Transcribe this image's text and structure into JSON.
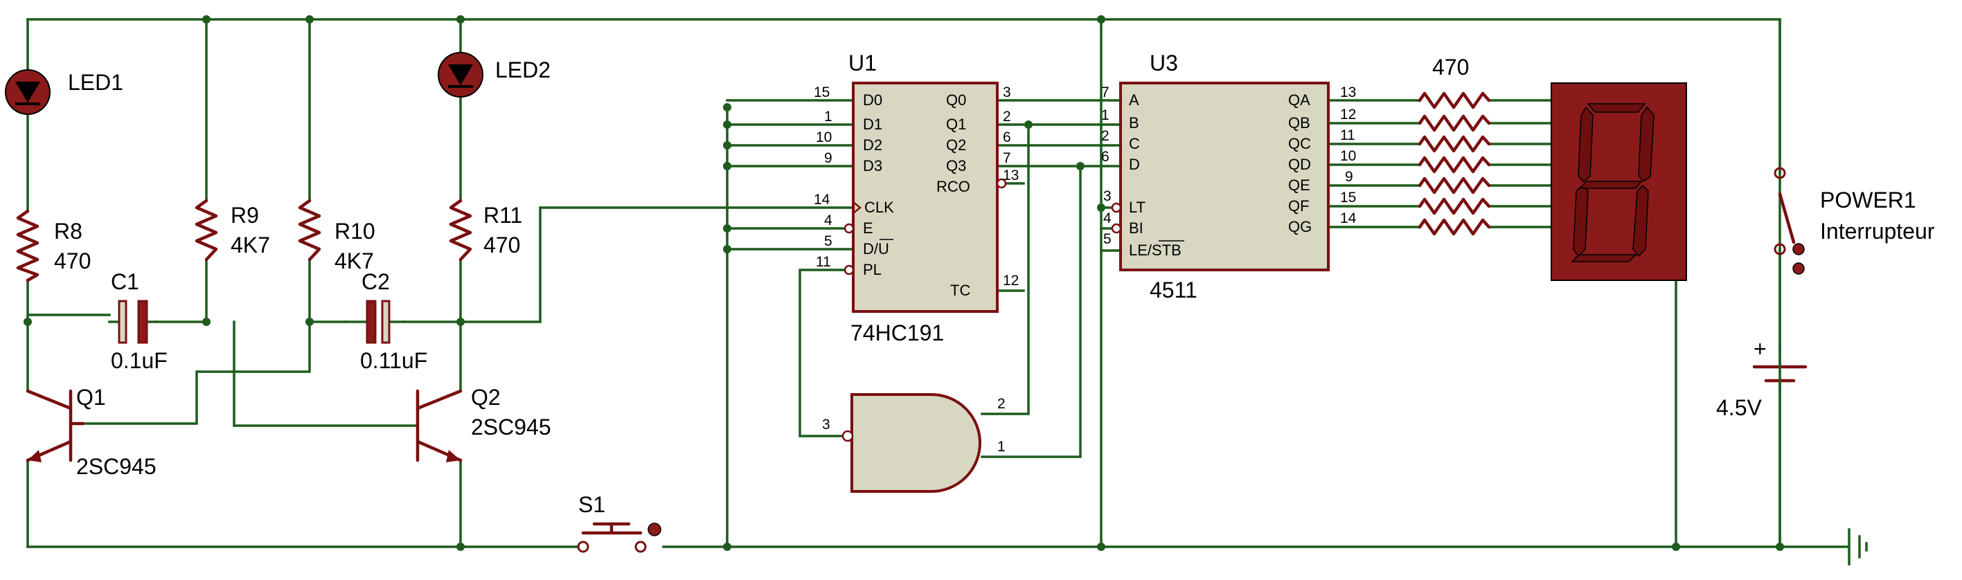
{
  "components": {
    "led1": "LED1",
    "led2": "LED2",
    "r8": {
      "ref": "R8",
      "value": "470"
    },
    "r9": {
      "ref": "R9",
      "value": "4K7"
    },
    "r10": {
      "ref": "R10",
      "value": "4K7"
    },
    "r11": {
      "ref": "R11",
      "value": "470"
    },
    "c1": {
      "ref": "C1",
      "value": "0.1uF"
    },
    "c2": {
      "ref": "C2",
      "value": "0.11uF"
    },
    "q1": {
      "ref": "Q1",
      "value": "2SC945"
    },
    "q2": {
      "ref": "Q2",
      "value": "2SC945"
    },
    "s1": "S1",
    "u1": {
      "ref": "U1",
      "part": "74HC191"
    },
    "u3": {
      "ref": "U3",
      "part": "4511"
    },
    "resistor_array_value": "470",
    "power1": {
      "ref": "POWER1",
      "name": "Interrupteur"
    },
    "battery": {
      "voltage": "4.5V",
      "plus": "+"
    }
  },
  "u1_pins": {
    "left": [
      {
        "num": "15",
        "name": "D0"
      },
      {
        "num": "1",
        "name": "D1"
      },
      {
        "num": "10",
        "name": "D2"
      },
      {
        "num": "9",
        "name": "D3"
      },
      {
        "num": "14",
        "name": "CLK"
      },
      {
        "num": "4",
        "name": "E"
      },
      {
        "num": "5",
        "name": "D/U"
      },
      {
        "num": "11",
        "name": "PL"
      }
    ],
    "right": [
      {
        "num": "3",
        "name": "Q0"
      },
      {
        "num": "2",
        "name": "Q1"
      },
      {
        "num": "6",
        "name": "Q2"
      },
      {
        "num": "7",
        "name": "Q3"
      },
      {
        "num": "13",
        "name": "RCO"
      },
      {
        "num": "12",
        "name": "TC"
      }
    ]
  },
  "u3_pins": {
    "left": [
      {
        "num": "7",
        "name": "A"
      },
      {
        "num": "1",
        "name": "B"
      },
      {
        "num": "2",
        "name": "C"
      },
      {
        "num": "6",
        "name": "D"
      },
      {
        "num": "3",
        "name": "LT"
      },
      {
        "num": "4",
        "name": "BI"
      },
      {
        "num": "5",
        "name": "LE/STB"
      }
    ],
    "right": [
      {
        "num": "13",
        "name": "QA"
      },
      {
        "num": "12",
        "name": "QB"
      },
      {
        "num": "11",
        "name": "QC"
      },
      {
        "num": "10",
        "name": "QD"
      },
      {
        "num": "9",
        "name": "QE"
      },
      {
        "num": "15",
        "name": "QF"
      },
      {
        "num": "14",
        "name": "QG"
      }
    ]
  },
  "nand_pins": {
    "out": "3",
    "in_a": "2",
    "in_b": "1"
  },
  "colors": {
    "wire": "#1d5c1d",
    "component": "#7a0f0f",
    "chip_fill": "#d7d7c2",
    "display_body": "#8b1a1a",
    "segment": "#6e0f0f"
  }
}
